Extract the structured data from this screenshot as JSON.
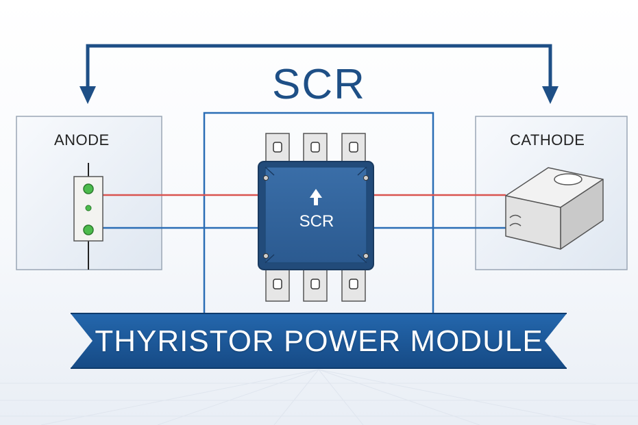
{
  "diagram": {
    "title": "SCR",
    "anode_label": "ANODE",
    "cathode_label": "CATHODE",
    "module_label": "SCR",
    "banner_text": "THYRISTOR POWER MODULE"
  },
  "colors": {
    "primary_blue": "#1e4f86",
    "module_blue": "#2f5f96",
    "wire_red": "#d9534f",
    "wire_blue": "#2a6db5",
    "indicator_green": "#4cbb4c"
  },
  "icons": [
    "up-arrow-icon",
    "feedback-arrow",
    "cathode-block"
  ]
}
